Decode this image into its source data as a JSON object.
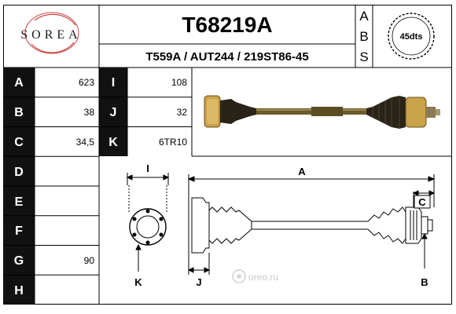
{
  "header": {
    "logo_text": "SOREA",
    "part_number": "T68219A",
    "cross_refs": "T559A / AUT244 / 219ST86-45",
    "abs_letters": [
      "A",
      "B",
      "S"
    ],
    "abs_teeth": "45dts"
  },
  "specs": [
    {
      "label": "A",
      "value": "623",
      "label2": "I",
      "value2": "108"
    },
    {
      "label": "B",
      "value": "38",
      "label2": "J",
      "value2": "32"
    },
    {
      "label": "C",
      "value": "34,5",
      "label2": "K",
      "value2": "6TR10"
    },
    {
      "label": "D",
      "value": ""
    },
    {
      "label": "E",
      "value": ""
    },
    {
      "label": "F",
      "value": ""
    },
    {
      "label": "G",
      "value": "90"
    },
    {
      "label": "H",
      "value": ""
    }
  ],
  "diagram": {
    "labels": {
      "I": "I",
      "A": "A",
      "C": "C",
      "K": "K",
      "J": "J",
      "B": "B"
    }
  },
  "watermark": "oreo.ru",
  "colors": {
    "label_bg": "#111111",
    "boot": "#2a2418",
    "shaft": "#6b5a2a",
    "joint": "#c9a24a"
  }
}
